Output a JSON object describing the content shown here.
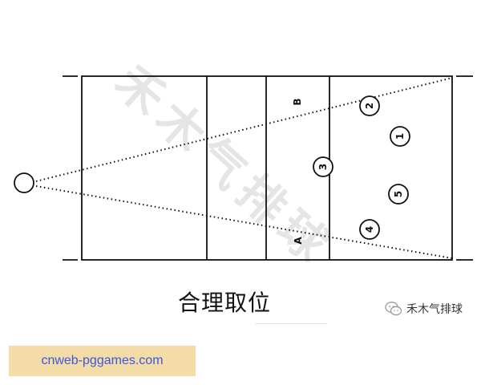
{
  "diagram": {
    "zone_labels": {
      "a": "A",
      "b": "B"
    },
    "players": [
      {
        "id": "p1",
        "label": "1"
      },
      {
        "id": "p2",
        "label": "2"
      },
      {
        "id": "p3",
        "label": "3"
      },
      {
        "id": "p4",
        "label": "4"
      },
      {
        "id": "p5",
        "label": "5"
      }
    ],
    "watermark": "禾木气排球",
    "caption": "合理取位"
  },
  "branding": {
    "wechat_name": "禾木气排球",
    "site_url": "cnweb-pggames.com"
  },
  "colors": {
    "line": "#111111",
    "watermark": "#d0d0d0",
    "banner_bg": "#f3dca8",
    "url": "#3b58d8"
  }
}
